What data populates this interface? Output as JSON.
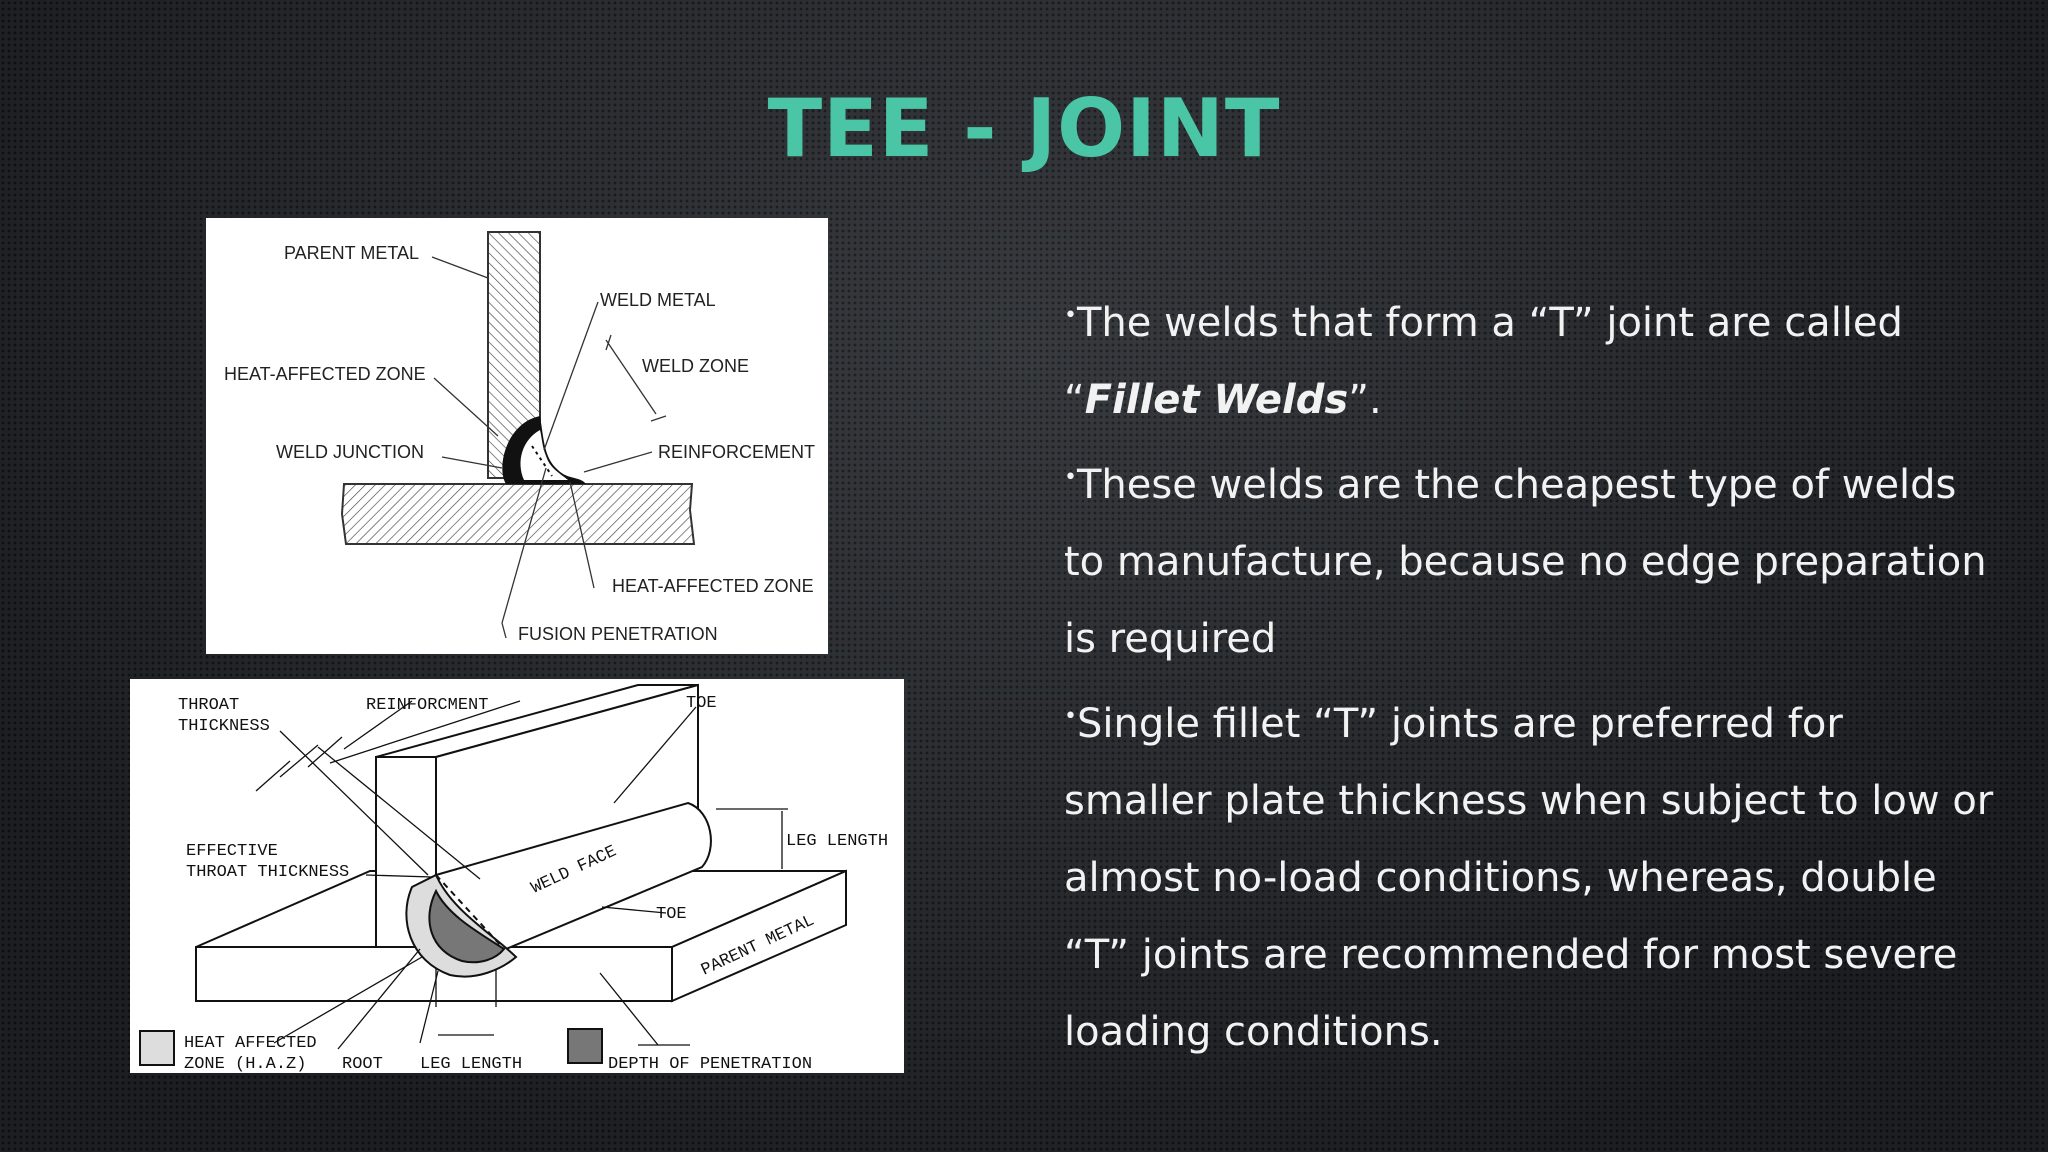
{
  "slide": {
    "title": "TEE - JOINT"
  },
  "figure_top": {
    "labels": {
      "parent_metal": "PARENT METAL",
      "weld_metal": "WELD METAL",
      "heat_affected_zone_left": "HEAT-AFFECTED ZONE",
      "weld_zone": "WELD ZONE",
      "weld_junction": "WELD JUNCTION",
      "reinforcement": "REINFORCEMENT",
      "heat_affected_zone_right": "HEAT-AFFECTED  ZONE",
      "fusion_penetration": "FUSION PENETRATION"
    }
  },
  "figure_bottom": {
    "labels": {
      "throat": "THROAT",
      "thickness": "THICKNESS",
      "reinforcement": "REINFORCMENT",
      "toe_top": "TOE",
      "leg_length_right": "LEG LENGTH",
      "effective": "EFFECTIVE",
      "throat_thickness": "THROAT THICKNESS",
      "weld_face": "WELD FACE",
      "toe_mid": "TOE",
      "parent_metal": "PARENT METAL",
      "heat_affected": "HEAT  AFFECTED",
      "zone_haz": "ZONE (H.A.Z)",
      "root": "ROOT",
      "leg_length_bottom": "LEG LENGTH",
      "depth_of_penetration": "DEPTH OF PENETRATION"
    }
  },
  "bullets": {
    "b1_prefix": "The welds that form a “T” joint are called “",
    "b1_emphasis": "Fillet Welds",
    "b1_suffix": "”.",
    "b2": "These welds are the cheapest type of welds to manufacture, because no edge preparation is required",
    "b3": "Single fillet “T” joints are preferred for smaller plate thickness when subject to low or almost no-load conditions, whereas, double “T” joints are recommended for most severe loading conditions."
  }
}
